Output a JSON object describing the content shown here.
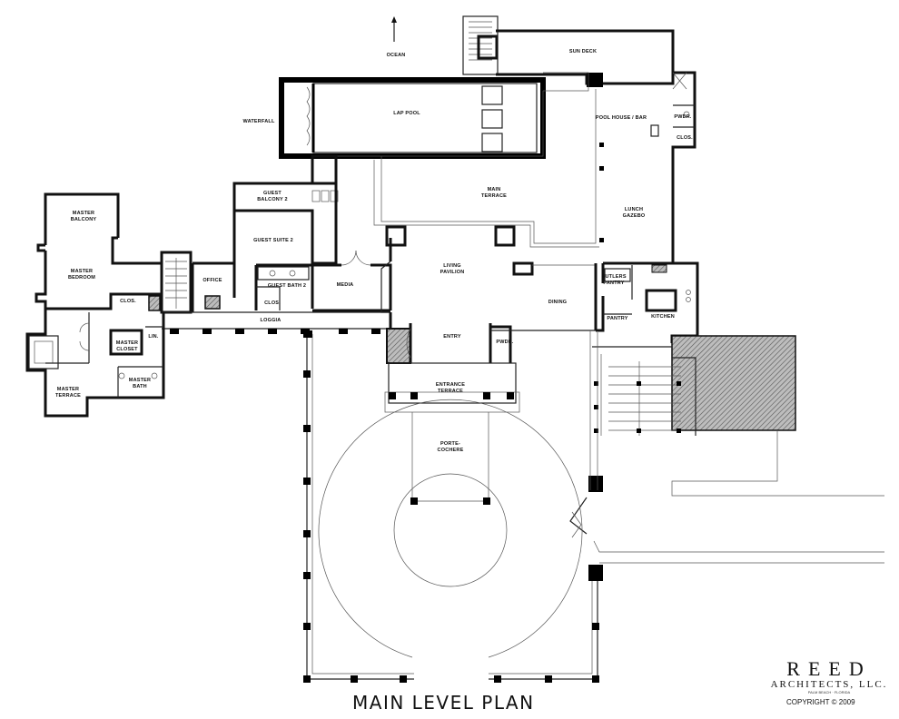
{
  "drawing": {
    "title": "MAIN LEVEL PLAN",
    "north_label": "OCEAN"
  },
  "rooms": {
    "sun_deck": "SUN DECK",
    "lap_pool": "LAP POOL",
    "waterfall": "WATERFALL",
    "pool_house": "POOL HOUSE / BAR",
    "pool_house_pwdr": "PWDR.",
    "pool_house_clos": "CLOS.",
    "main_terrace_1": "MAIN",
    "main_terrace_2": "TERRACE",
    "lunch_gazebo_1": "LUNCH",
    "lunch_gazebo_2": "GAZEBO",
    "guest_balcony_1": "GUEST",
    "guest_balcony_2": "BALCONY 2",
    "guest_suite": "GUEST SUITE 2",
    "guest_bath": "GUEST BATH 2",
    "guest_clos": "CLOS.",
    "media": "MEDIA",
    "office": "OFFICE",
    "loggia": "LOGGIA",
    "living_pavilion_1": "LIVING",
    "living_pavilion_2": "PAVILION",
    "dining": "DINING",
    "entry": "ENTRY",
    "entry_pwdr": "PWDR.",
    "butlers_pantry_1": "BUTLERS",
    "butlers_pantry_2": "PANTRY",
    "pantry": "PANTRY",
    "kitchen": "KITCHEN",
    "master_balcony_1": "MASTER",
    "master_balcony_2": "BALCONY",
    "master_bedroom_1": "MASTER",
    "master_bedroom_2": "BEDROOM",
    "master_clos_small": "CLOS.",
    "master_closet_1": "MASTER",
    "master_closet_2": "CLOSET",
    "linen": "LIN.",
    "master_bath_1": "MASTER",
    "master_bath_2": "BATH",
    "master_terrace_1": "MASTER",
    "master_terrace_2": "TERRACE",
    "entrance_terrace_1": "ENTRANCE",
    "entrance_terrace_2": "TERRACE",
    "porte_cochere_1": "PORTE-",
    "porte_cochere_2": "COCHERE"
  },
  "firm": {
    "name": "REED",
    "sub": "ARCHITECTS, LLC.",
    "address_line": "PALM BEACH · FLORIDA",
    "copyright": "COPYRIGHT © 2009"
  },
  "colors": {
    "wall": "#111111",
    "hatch": "#777777",
    "background": "#ffffff"
  }
}
